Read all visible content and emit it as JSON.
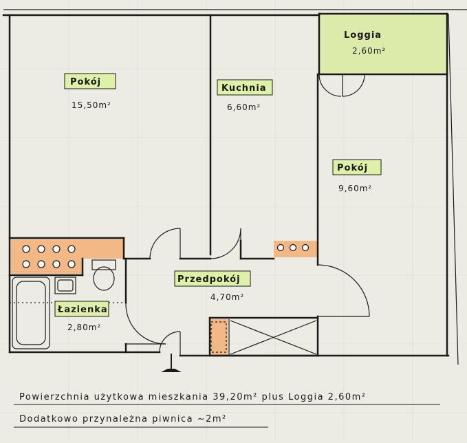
{
  "rooms": {
    "pokoj1": {
      "name": "Pokój",
      "area": "15,50m²"
    },
    "kuchnia": {
      "name": "Kuchnia",
      "area": "6,60m²"
    },
    "loggia": {
      "name": "Loggia",
      "area": "2,60m²"
    },
    "pokoj2": {
      "name": "Pokój",
      "area": "9,60m²"
    },
    "przedpokoj": {
      "name": "Przedpokój",
      "area": "4,70m²"
    },
    "lazienka": {
      "name": "Łazienka",
      "area": "2,80m²"
    }
  },
  "notes": {
    "line1": "Powierzchnia użytkowa mieszkania 39,20m² plus Loggia 2,60m²",
    "line2": "Dodatkowo przynależna piwnica ~2m²"
  },
  "colors": {
    "paper": "#ecebe4",
    "label_highlight": "#dff0a8",
    "loggia_fill": "#dcebaa",
    "orange": "#f2b886",
    "wall": "#1a1a1a"
  }
}
